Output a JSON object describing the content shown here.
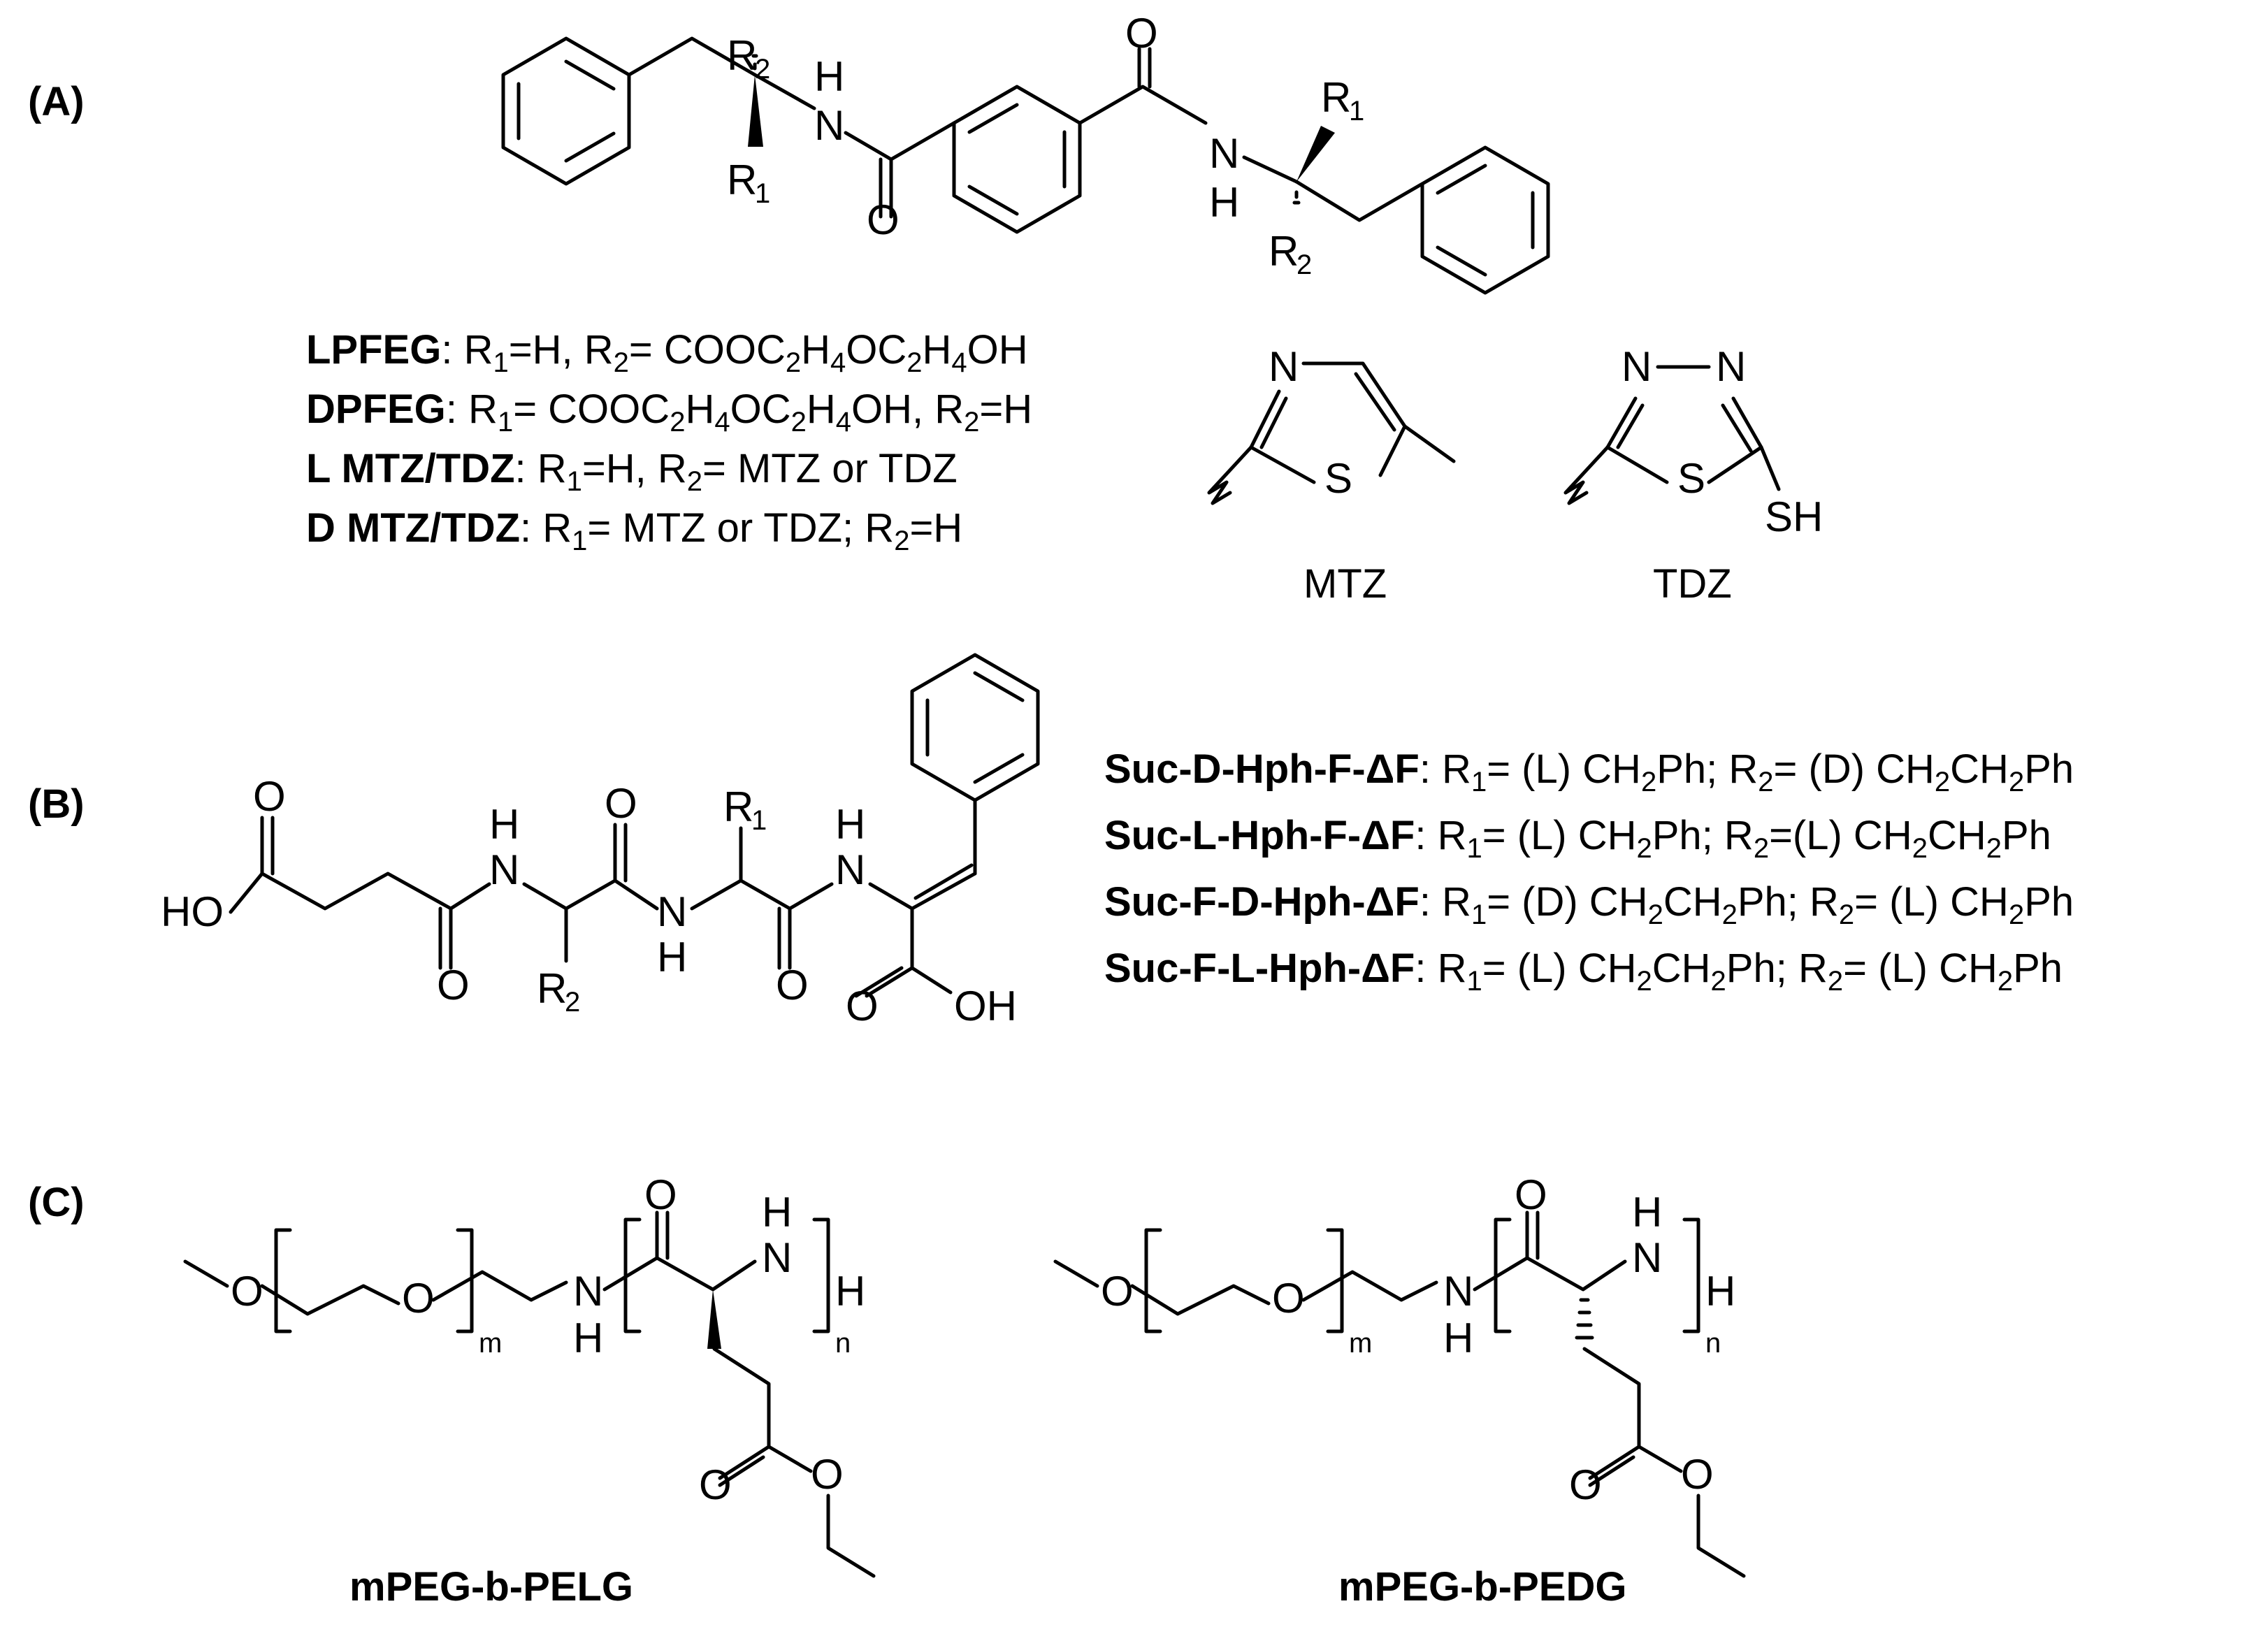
{
  "panels": {
    "a": {
      "label": "(A)",
      "rows": [
        {
          "name": "LPFEG",
          "parts": [
            ": R",
            "1",
            "=H, R",
            "2",
            "= COOC",
            "2",
            "H",
            "4",
            "OC",
            "2",
            "H",
            "4",
            "OH"
          ]
        },
        {
          "name": "DPFEG",
          "parts": [
            ": R",
            "1",
            "= COOC",
            "2",
            "H",
            "4",
            "OC",
            "2",
            "H",
            "4",
            "OH, R",
            "2",
            "=H"
          ]
        },
        {
          "name": "L MTZ/TDZ",
          "parts": [
            ": R",
            "1",
            "=H, R",
            "2",
            "= MTZ or TDZ"
          ]
        },
        {
          "name": "D MTZ/TDZ",
          "parts": [
            ": R",
            "1",
            "= MTZ or TDZ; R",
            "2",
            "=H"
          ]
        }
      ],
      "caption_mtz": "MTZ",
      "caption_tdz": "TDZ"
    },
    "b": {
      "label": "(B)",
      "rows": [
        {
          "name": "Suc-D-Hph-F-ΔF",
          "parts": [
            ": R",
            "1",
            "= (L) CH",
            "2",
            "Ph; R",
            "2",
            "= (D) CH",
            "2",
            "CH",
            "2",
            "Ph"
          ]
        },
        {
          "name": "Suc-L-Hph-F-ΔF",
          "parts": [
            ": R",
            "1",
            "= (L) CH",
            "2",
            "Ph; R",
            "2",
            "=(L) CH",
            "2",
            "CH",
            "2",
            "Ph"
          ]
        },
        {
          "name": "Suc-F-D-Hph-ΔF",
          "parts": [
            ": R",
            "1",
            "= (D) CH",
            "2",
            "CH",
            "2",
            "Ph; R",
            "2",
            "= (L) CH",
            "2",
            "Ph"
          ]
        },
        {
          "name": "Suc-F-L-Hph-ΔF",
          "parts": [
            ": R",
            "1",
            "= (L) CH",
            "2",
            "CH",
            "2",
            "Ph; R",
            "2",
            "= (L) CH",
            "2",
            "Ph"
          ]
        }
      ]
    },
    "c": {
      "label": "(C)",
      "caption_left": "mPEG-b-PELG",
      "caption_right": "mPEG-b-PEDG"
    }
  },
  "atoms": {
    "n": "N",
    "h": "H",
    "o": "O",
    "s": "S",
    "sh": "SH",
    "ho": "HO",
    "oh": "OH",
    "r": "R",
    "one": "1",
    "two": "2",
    "m": "m",
    "sub_n": "n"
  }
}
